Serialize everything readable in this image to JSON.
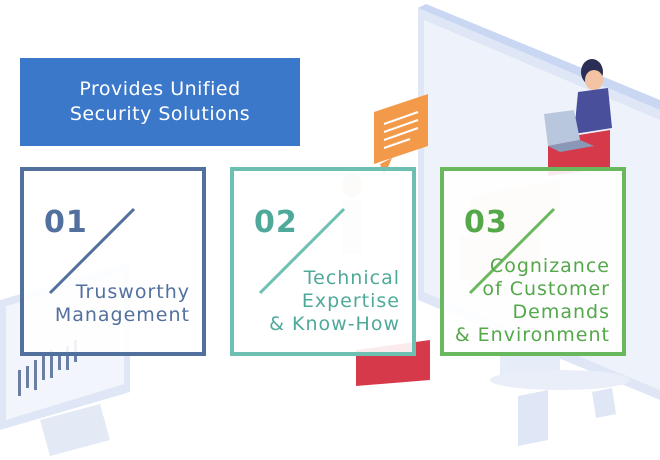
{
  "banner": {
    "line1": "Provides Unified",
    "line2": "Security Solutions"
  },
  "cards": [
    {
      "number": "01",
      "lines": [
        "Trusworthy",
        "Management"
      ],
      "color": "#52709e"
    },
    {
      "number": "02",
      "lines": [
        "Technical",
        "Expertise",
        "& Know-How"
      ],
      "color": "#6cbfb1"
    },
    {
      "number": "03",
      "lines": [
        "Cognizance",
        "of Customer",
        "Demands",
        "& Environment"
      ],
      "color": "#6ab85e"
    }
  ],
  "colors": {
    "banner_bg": "#3b78c9",
    "monitor_frame": "#c9d7f2",
    "accent_orange": "#f39a4a",
    "accent_red": "#d6394a"
  },
  "icons": [
    "monitor-illustration",
    "speech-bubble-icon",
    "person-illustration",
    "laptop-icon",
    "chart-monitor-illustration"
  ]
}
